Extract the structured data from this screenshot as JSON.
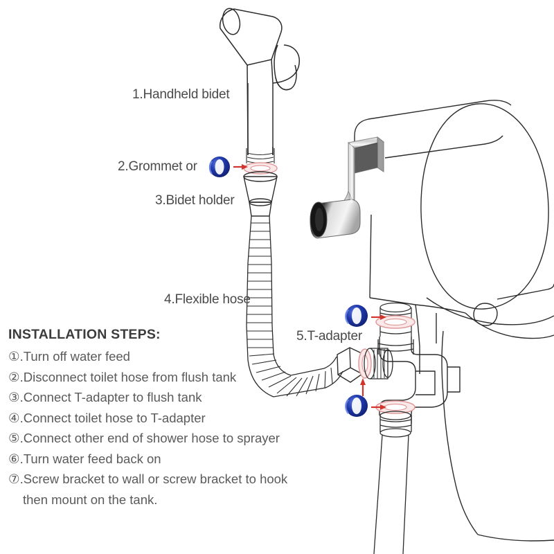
{
  "diagram": {
    "title_visible": false,
    "parts": [
      {
        "id": "handheld",
        "label": "1.Handheld bidet"
      },
      {
        "id": "grommet",
        "label": "2.Grommet or"
      },
      {
        "id": "holder",
        "label": "3.Bidet holder"
      },
      {
        "id": "hose",
        "label": "4.Flexible hose"
      },
      {
        "id": "tadapter",
        "label": "5.T-adapter"
      }
    ]
  },
  "steps": {
    "title": "INSTALLATION STEPS:",
    "items": [
      "①.Turn off water feed",
      "②.Disconnect toilet hose from flush tank",
      "③.Connect T-adapter to flush tank",
      "④.Connect toilet hose to T-adapter",
      "⑤.Connect other end of shower hose to sprayer",
      "⑥.Turn water feed back on",
      "⑦.Screw bracket to wall or screw bracket to hook"
    ],
    "continuation": "then mount on the tank."
  },
  "colors": {
    "background": "#ffffff",
    "line": "#2b2b2b",
    "label_text": "#4a4a4a",
    "steps_title_text": "#3c3c3c",
    "steps_text": "#5a5a5a",
    "grommet_blue": "#1b2f9e",
    "grommet_blue_light": "#3a5fd0",
    "washer_pink": "#e9a7a7",
    "arrow_red": "#d0342c",
    "bracket_chrome": "#d8d8d8"
  }
}
